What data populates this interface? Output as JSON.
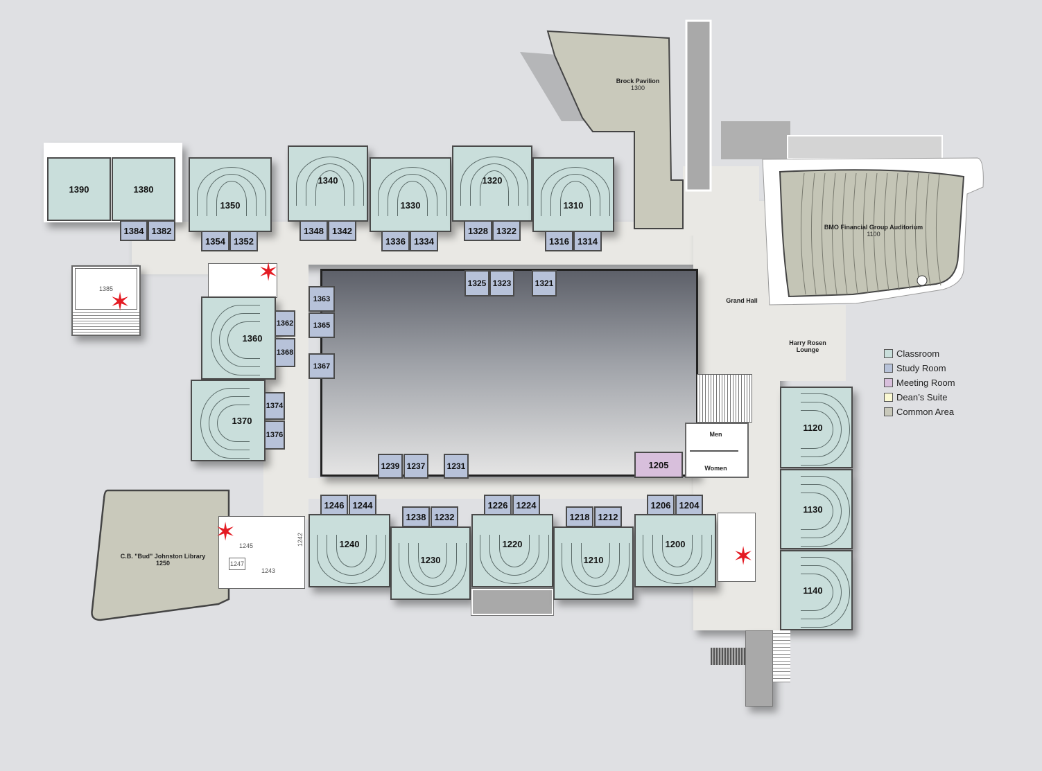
{
  "legend": {
    "items": [
      {
        "label": "Classroom",
        "color": "#c9dedb"
      },
      {
        "label": "Study Room",
        "color": "#b7c2d9"
      },
      {
        "label": "Meeting Room",
        "color": "#d8bfdc"
      },
      {
        "label": "Dean’s Suite",
        "color": "#fbf9d3"
      },
      {
        "label": "Common Area",
        "color": "#c9c9bb"
      }
    ]
  },
  "areas": {
    "brock": {
      "name": "Brock Pavilion",
      "number": "1300"
    },
    "bmo": {
      "name": "BMO Financial Group Auditorium",
      "number": "1100"
    },
    "library": {
      "name": "C.B. \"Bud\" Johnston Library",
      "number": "1250"
    },
    "grand_hall": "Grand Hall",
    "harry_rosen": "Harry Rosen Lounge",
    "men": "Men",
    "women": "Women"
  },
  "rooms": {
    "r1390": "1390",
    "r1380": "1380",
    "r1384": "1384",
    "r1382": "1382",
    "r1350": "1350",
    "r1354": "1354",
    "r1352": "1352",
    "r1340": "1340",
    "r1348": "1348",
    "r1342": "1342",
    "r1330": "1330",
    "r1336": "1336",
    "r1334": "1334",
    "r1320": "1320",
    "r1328": "1328",
    "r1322": "1322",
    "r1310": "1310",
    "r1316": "1316",
    "r1314": "1314",
    "r1385": "1385",
    "r1360": "1360",
    "r1362": "1362",
    "r1368": "1368",
    "r1370": "1370",
    "r1374": "1374",
    "r1376": "1376",
    "r1363": "1363",
    "r1365": "1365",
    "r1367": "1367",
    "r1325": "1325",
    "r1323": "1323",
    "r1321": "1321",
    "r1239": "1239",
    "r1237": "1237",
    "r1231": "1231",
    "r1205": "1205",
    "r1246": "1246",
    "r1244": "1244",
    "r1240": "1240",
    "r1238": "1238",
    "r1232": "1232",
    "r1230": "1230",
    "r1226": "1226",
    "r1224": "1224",
    "r1220": "1220",
    "r1218": "1218",
    "r1212": "1212",
    "r1210": "1210",
    "r1206": "1206",
    "r1204": "1204",
    "r1200": "1200",
    "r1245": "1245",
    "r1247": "1247",
    "r1243": "1243",
    "r1242": "1242",
    "r1120": "1120",
    "r1130": "1130",
    "r1140": "1140"
  },
  "markers": {
    "star": "✶"
  }
}
